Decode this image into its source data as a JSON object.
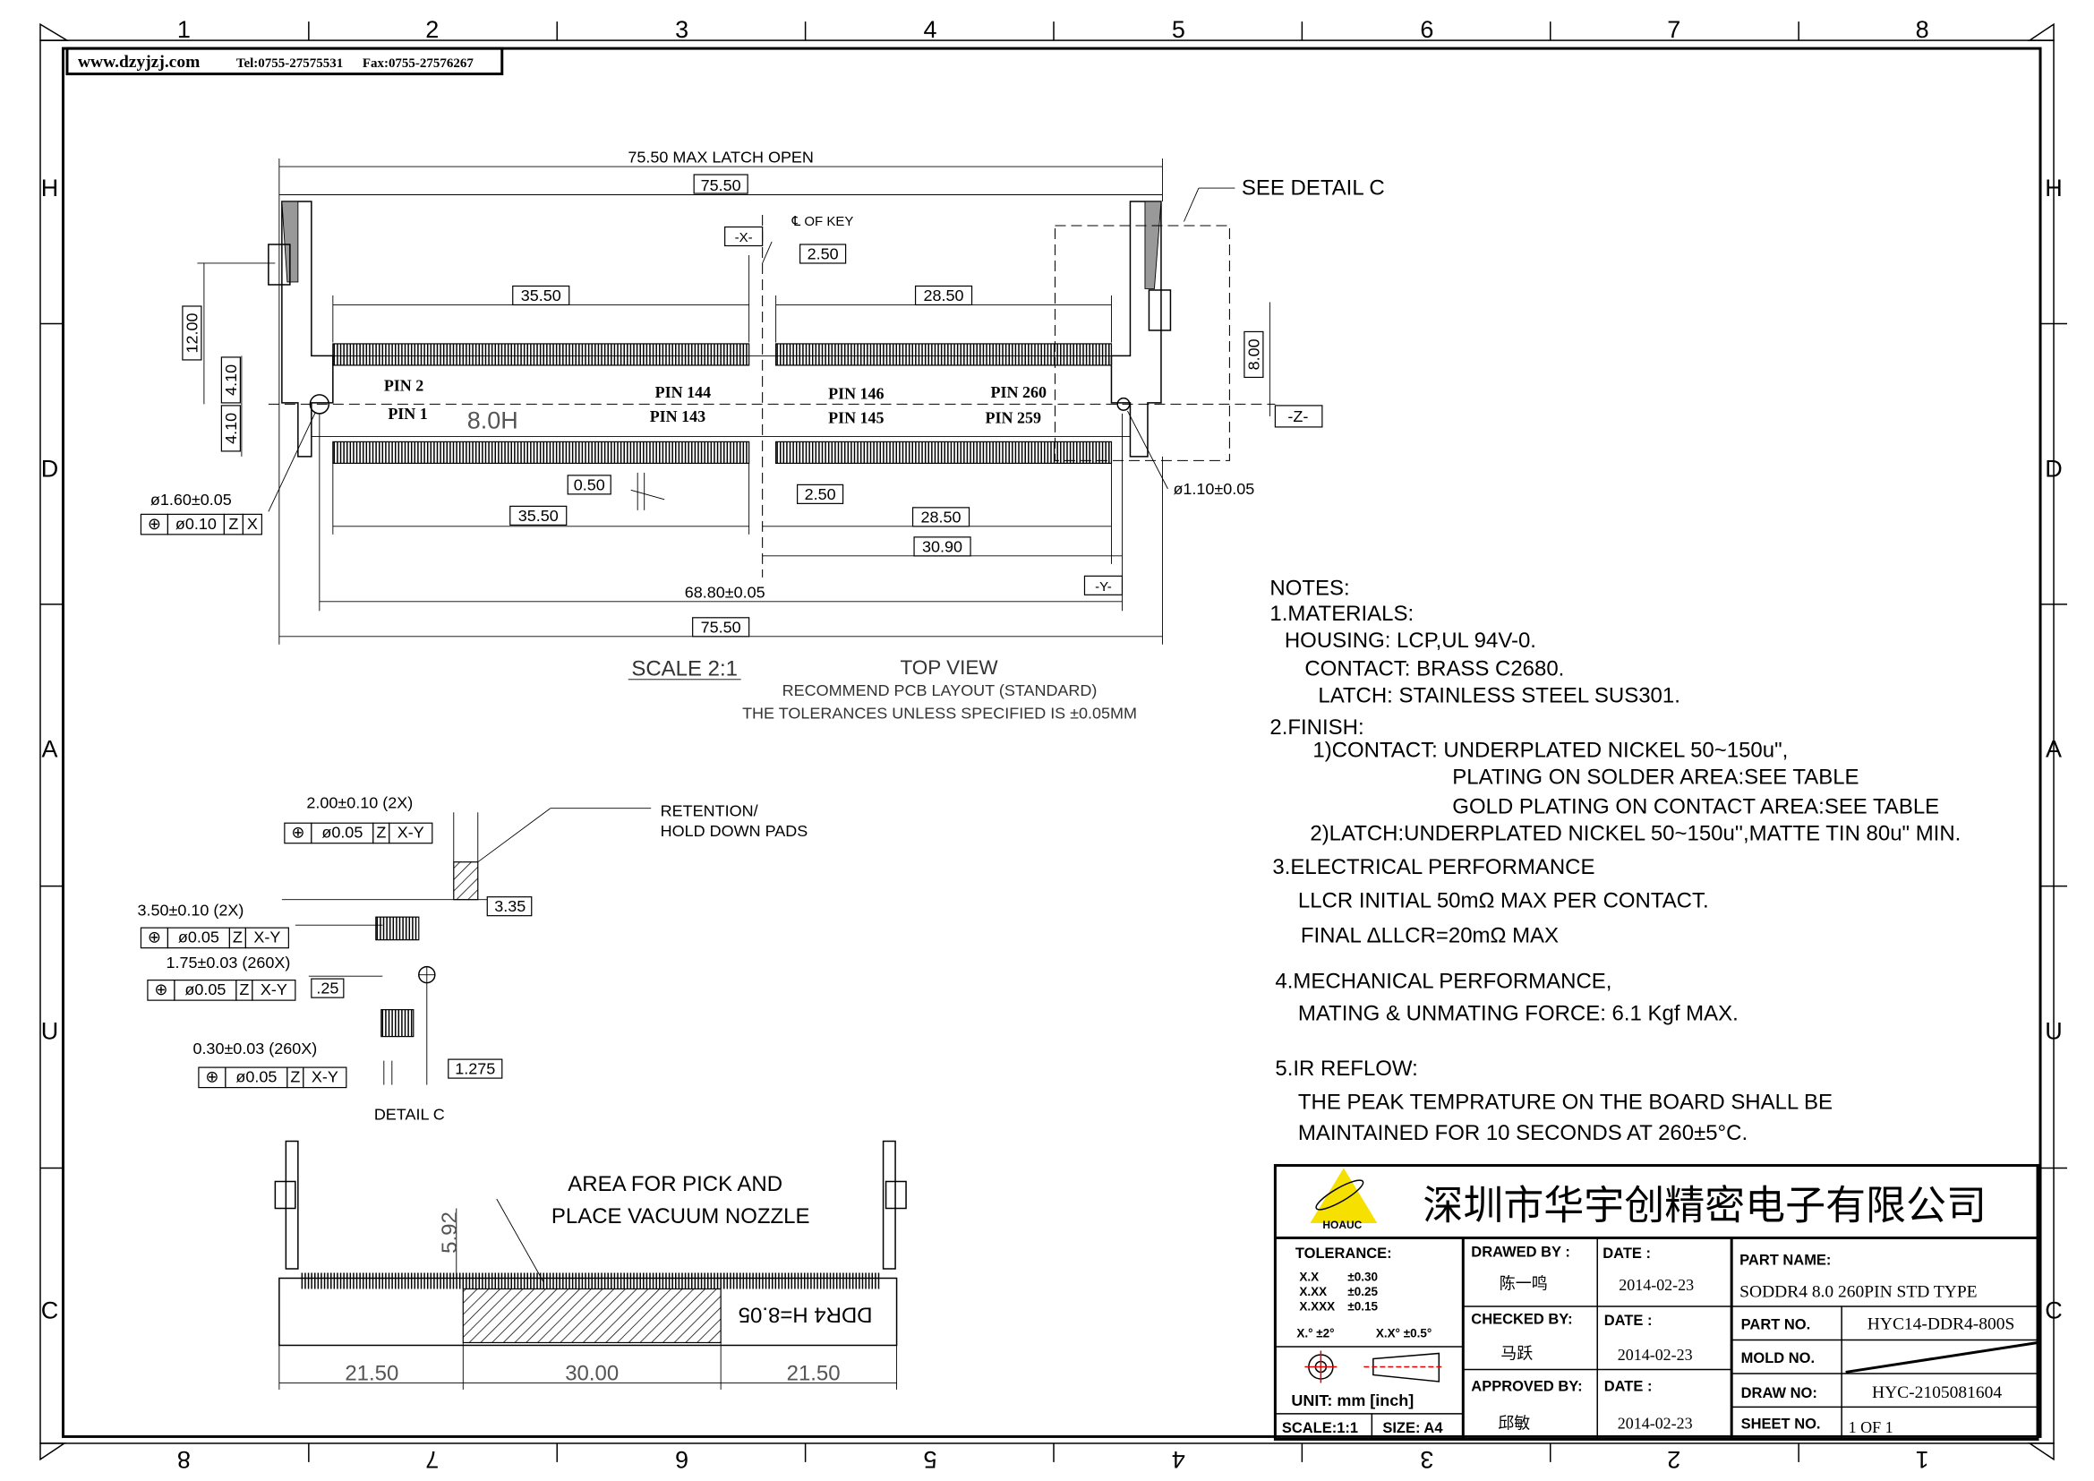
{
  "header": {
    "website": "www.dzyjzj.com",
    "tel": "Tel:0755-27575531",
    "fax": "Fax:0755-27576267"
  },
  "frame": {
    "columns": [
      "1",
      "2",
      "3",
      "4",
      "5",
      "6",
      "7",
      "8"
    ],
    "rows": [
      "H",
      "D",
      "A",
      "U",
      "C"
    ]
  },
  "top_view": {
    "max_latch_open": "75.50 MAX LATCH OPEN",
    "width_top": "75.50",
    "see_detail": "SEE DETAIL C",
    "key_center": "℄ OF KEY",
    "datum_x": "-X-",
    "key_offset": "2.50",
    "left_span_top": "35.50",
    "right_span_top": "28.50",
    "height_12": "12.00",
    "row_offset_a": "4.10",
    "row_offset_b": "4.10",
    "height_8": "8.00",
    "pin_2": "PIN 2",
    "pin_1": "PIN 1",
    "height_label": "8.0H",
    "pin_144": "PIN 144",
    "pin_143": "PIN 143",
    "pin_146": "PIN 146",
    "pin_145": "PIN 145",
    "pin_260": "PIN 260",
    "pin_259": "PIN 259",
    "datum_z": "-Z-",
    "hole_left": "ø1.60±0.05",
    "hole_left_fcf": [
      "⊕",
      "ø0.10",
      "Z",
      "X"
    ],
    "hole_right": "ø1.10±0.05",
    "pitch": "0.50",
    "key_offset_bottom": "2.50",
    "left_span_bottom": "35.50",
    "right_span_bottom": "28.50",
    "right_total": "30.90",
    "datum_y": "-Y-",
    "hole_span": "68.80±0.05",
    "width_bottom": "75.50",
    "scale": "SCALE 2:1",
    "view_title": "TOP VIEW",
    "layout_note": "RECOMMEND PCB LAYOUT (STANDARD)",
    "tolerance_note": "THE TOLERANCES UNLESS SPECIFIED IS ±0.05MM"
  },
  "detail_c": {
    "pad_width": "2.00±0.10 (2X)",
    "pad_width_fcf": [
      "⊕",
      "ø0.05",
      "Z",
      "X-Y"
    ],
    "retention_1": "RETENTION/",
    "retention_2": "HOLD DOWN PADS",
    "dim_335": "3.35",
    "pad_length": "3.50±0.10 (2X)",
    "pad_length_fcf": [
      "⊕",
      "ø0.05",
      "Z",
      "X-Y"
    ],
    "pin_length": "1.75±0.03 (260X)",
    "pin_length_fcf": [
      "⊕",
      "ø0.05",
      "Z",
      "X-Y"
    ],
    "dim_25": ".25",
    "pin_width": "0.30±0.03 (260X)",
    "pin_width_fcf": [
      "⊕",
      "ø0.05",
      "Z",
      "X-Y"
    ],
    "dim_1275": "1.275",
    "title": "DETAIL C"
  },
  "front_view": {
    "area_1": "AREA FOR PICK AND",
    "area_2": "PLACE VACUUM NOZZLE",
    "height": "5.92",
    "marking": "DDR4 H=8.05",
    "dim_left": "21.50",
    "dim_center": "30.00",
    "dim_right": "21.50"
  },
  "notes": [
    "NOTES:",
    "1.MATERIALS:",
    "HOUSING:  LCP,UL  94V-0.",
    "CONTACT:  BRASS  C2680.",
    "LATCH:    STAINLESS  STEEL  SUS301.",
    "2.FINISH:",
    "1)CONTACT:  UNDERPLATED  NICKEL  50~150u\",",
    "PLATING  ON  SOLDER  AREA:SEE  TABLE",
    "GOLD  PLATING  ON  CONTACT  AREA:SEE  TABLE",
    "2)LATCH:UNDERPLATED  NICKEL  50~150u'',MATTE  TIN  80u\"  MIN.",
    "3.ELECTRICAL  PERFORMANCE",
    "LLCR  INITIAL  50mΩ MAX  PER  CONTACT.",
    "FINAL  ΔLLCR=20mΩ MAX",
    "4.MECHANICAL  PERFORMANCE,",
    "MATING  &  UNMATING  FORCE:  6.1  Kgf  MAX.",
    "5.IR  REFLOW:",
    "THE  PEAK  TEMPRATURE  ON  THE  BOARD  SHALL  BE",
    "MAINTAINED  FOR  10  SECONDS  AT  260±5°C."
  ],
  "title_block": {
    "logo_text": "HOAUC",
    "company": "深圳市华宇创精密电子有限公司",
    "tolerance_label": "TOLERANCE:",
    "tolerances": [
      {
        "fmt": "X.X",
        "tol": "±0.30"
      },
      {
        "fmt": "X.XX",
        "tol": "±0.25"
      },
      {
        "fmt": "X.XXX",
        "tol": "±0.15"
      }
    ],
    "angle_tol_1": "X.° ±2°",
    "angle_tol_2": "X.X° ±0.5°",
    "unit": "UNIT:  mm  [inch]",
    "scale": "SCALE:1:1",
    "size": "SIZE: A4",
    "drawed_by_label": "DRAWED BY :",
    "drawed_by": "陈一鸣",
    "checked_by_label": "CHECKED BY:",
    "checked_by": "马跃",
    "approved_by_label": "APPROVED BY:",
    "approved_by": "邱敏",
    "date_label": "DATE :",
    "date_drawn": "2014-02-23",
    "date_checked": "2014-02-23",
    "date_approved": "2014-02-23",
    "part_name_label": "PART NAME:",
    "part_name": "SODDR4 8.0 260PIN STD TYPE",
    "part_no_label": "PART NO.",
    "part_no": "HYC14-DDR4-800S",
    "mold_no_label": "MOLD NO.",
    "draw_no_label": "DRAW NO:",
    "draw_no": "HYC-2105081604",
    "sheet_no_label": "SHEET NO.",
    "sheet_no": "1 OF 1",
    "logo_color": "#f5e000",
    "symbol_color": "#e00000"
  }
}
